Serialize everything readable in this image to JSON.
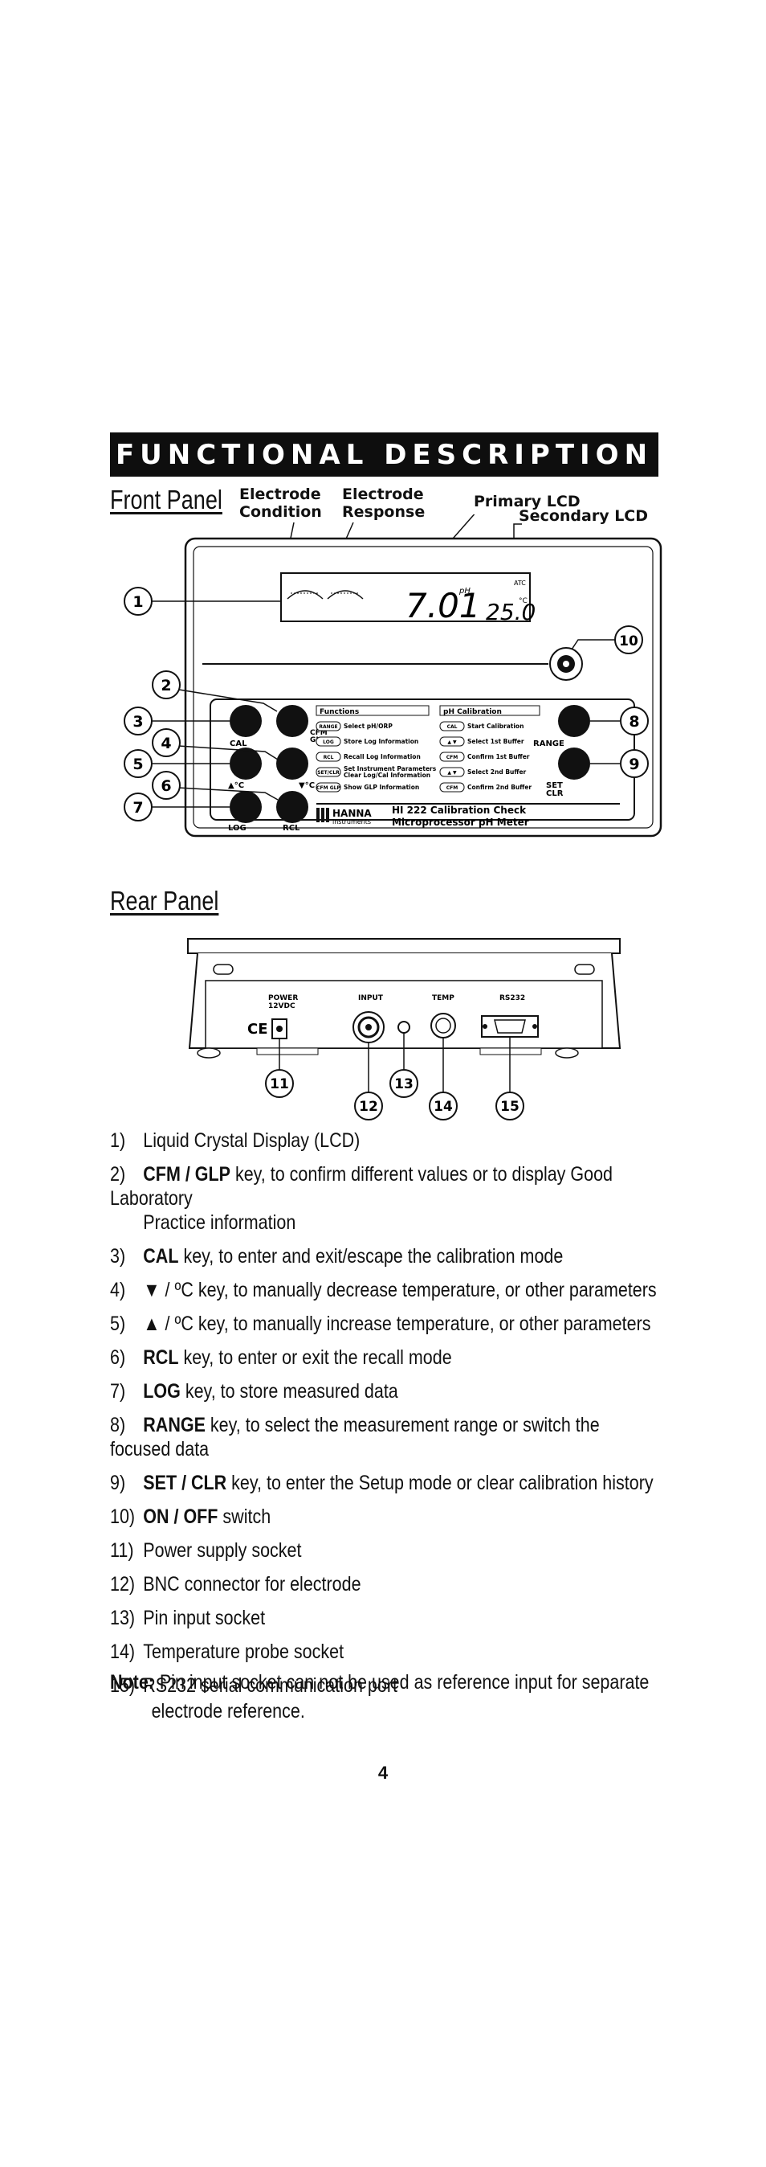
{
  "title": "FUNCTIONAL DESCRIPTION",
  "front_panel": {
    "heading": "Front Panel",
    "callouts": {
      "electrode_condition": "Electrode\nCondition",
      "electrode_response": "Electrode\nResponse",
      "primary_lcd": "Primary LCD",
      "secondary_lcd": "Secondary LCD"
    },
    "lcd": {
      "primary_value": "7.01",
      "primary_unit": "pH",
      "secondary_value": "25.0",
      "secondary_unit": "°C",
      "atc": "ATC"
    },
    "buttons": {
      "cal": "CAL",
      "cfm_glp": "CFM\nGLP",
      "up_c": "▲°C",
      "down_c": "▼°C",
      "log": "LOG",
      "rcl": "RCL",
      "range": "RANGE",
      "set_clr": "SET\nCLR"
    },
    "functions_header": "Functions",
    "functions": [
      {
        "tag": "RANGE",
        "text": "Select pH/ORP"
      },
      {
        "tag": "LOG",
        "text": "Store Log Information"
      },
      {
        "tag": "RCL",
        "text": "Recall Log Information"
      },
      {
        "tag": "SET/CLR",
        "text": "Set Instrument Parameters\nClear Log/Cal Information"
      },
      {
        "tag": "CFM GLP",
        "text": "Show GLP Information"
      }
    ],
    "calibration_header": "pH Calibration",
    "calibration": [
      {
        "tag": "CAL",
        "text": "Start Calibration"
      },
      {
        "tag": "▲ ▼",
        "text": "Select 1st Buffer"
      },
      {
        "tag": "CFM",
        "text": "Confirm 1st Buffer"
      },
      {
        "tag": "▲ ▼",
        "text": "Select 2nd Buffer"
      },
      {
        "tag": "CFM",
        "text": "Confirm 2nd Buffer"
      }
    ],
    "brand": "HANNA",
    "brand_sub": "instruments",
    "model_line1": "HI 222   Calibration Check",
    "model_line2": "Microprocessor pH Meter",
    "numbers": [
      "1",
      "2",
      "3",
      "4",
      "5",
      "6",
      "7",
      "8",
      "9",
      "10"
    ]
  },
  "rear_panel": {
    "heading": "Rear Panel",
    "labels": {
      "power": "POWER\n12VDC",
      "input": "INPUT",
      "temp": "TEMP",
      "rs232": "RS232",
      "ce": "CE"
    },
    "numbers": [
      "11",
      "12",
      "13",
      "14",
      "15"
    ]
  },
  "items": [
    {
      "num": "1)",
      "key": "",
      "text": "Liquid Crystal Display (LCD)"
    },
    {
      "num": "2)",
      "key": "CFM / GLP",
      "text": " key, to confirm different values or to display Good Laboratory",
      "cont": "Practice information"
    },
    {
      "num": "3)",
      "key": "CAL",
      "text": " key, to enter and exit/escape the calibration mode"
    },
    {
      "num": "4)",
      "key": "▼",
      "text": " / ºC key, to manually decrease temperature, or other parameters"
    },
    {
      "num": "5)",
      "key": "▲",
      "text": " / ºC key, to manually increase temperature, or other parameters"
    },
    {
      "num": "6)",
      "key": "RCL",
      "text": " key, to enter or exit the recall mode"
    },
    {
      "num": "7)",
      "key": "LOG",
      "text": " key, to store measured data"
    },
    {
      "num": "8)",
      "key": "RANGE",
      "text": " key, to select the measurement range or switch the focused data"
    },
    {
      "num": "9)",
      "key": "SET / CLR",
      "text": " key, to enter the Setup mode or clear calibration history"
    },
    {
      "num": "10)",
      "key": "ON / OFF",
      "text": " switch"
    },
    {
      "num": "11)",
      "key": "",
      "text": "Power supply socket"
    },
    {
      "num": "12)",
      "key": "",
      "text": "BNC  connector for electrode"
    },
    {
      "num": "13)",
      "key": "",
      "text": "Pin input socket"
    },
    {
      "num": "14)",
      "key": "",
      "text": "Temperature probe socket"
    },
    {
      "num": "15)",
      "key": "",
      "text": "RS232 serial communication port"
    }
  ],
  "note": {
    "label": "Note:",
    "line1": "Pin input socket can not be used as reference input for separate",
    "line2": "electrode reference."
  },
  "page_number": "4"
}
